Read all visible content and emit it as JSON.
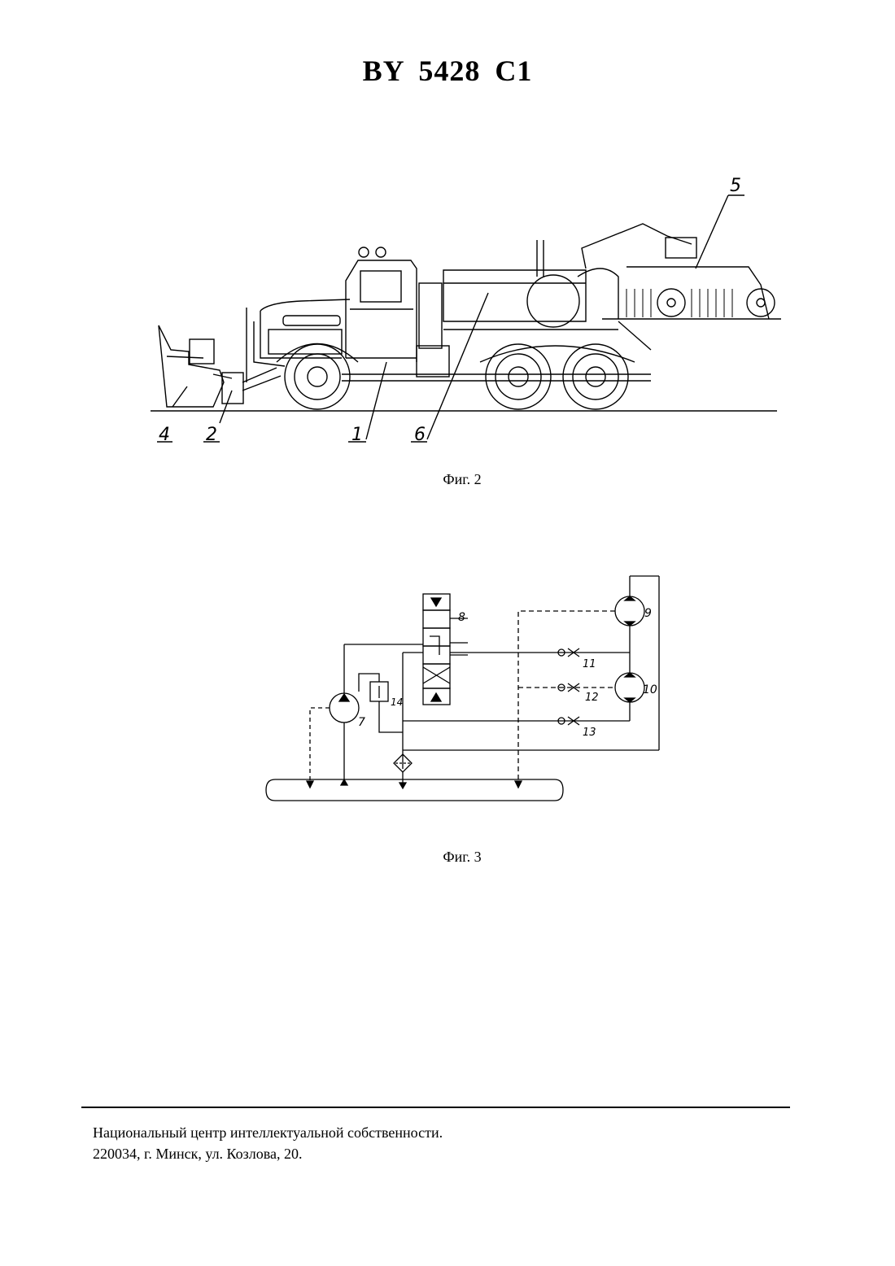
{
  "header": {
    "patent_number": "BY  5428  C1"
  },
  "figure2": {
    "caption": "Фиг. 2",
    "labels": {
      "l1": "1",
      "l2": "2",
      "l4": "4",
      "l5": "5",
      "l6": "6"
    }
  },
  "figure3": {
    "caption": "Фиг. 3",
    "labels": {
      "l7": "7",
      "l8": "8",
      "l9": "9",
      "l10": "10",
      "l11": "11",
      "l12": "12",
      "l13": "13",
      "l14": "14"
    }
  },
  "footer": {
    "line1": "Национальный центр интеллектуальной собственности.",
    "line2": "220034, г. Минск, ул. Козлова, 20."
  }
}
